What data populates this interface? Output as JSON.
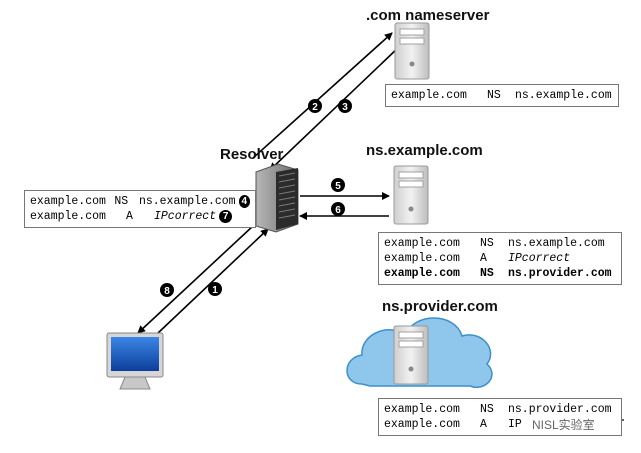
{
  "labels": {
    "com_nameserver": ".com nameserver",
    "resolver": "Resolver",
    "ns_example": "ns.example.com",
    "ns_provider": "ns.provider.com"
  },
  "steps": {
    "s1": "1",
    "s2": "2",
    "s3": "3",
    "s4": "4",
    "s5": "5",
    "s6": "6",
    "s7": "7",
    "s8": "8"
  },
  "boxes": {
    "com_box": [
      {
        "name": "example.com",
        "type": "NS",
        "value": "ns.example.com"
      }
    ],
    "resolver_box": [
      {
        "name": "example.com",
        "type": "NS",
        "value": "ns.example.com"
      },
      {
        "name": "example.com",
        "type": "A",
        "value": "IPcorrect"
      }
    ],
    "ns_example_box": [
      {
        "name": "example.com",
        "type": "NS",
        "value": "ns.example.com"
      },
      {
        "name": "example.com",
        "type": "A",
        "value": "IPcorrect"
      },
      {
        "name": "example.com",
        "type": "NS",
        "value": "ns.provider.com"
      }
    ],
    "ns_provider_box": [
      {
        "name": "example.com",
        "type": "NS",
        "value": "ns.provider.com"
      },
      {
        "name": "example.com",
        "type": "A",
        "value": "IP"
      }
    ]
  },
  "watermark": "NISL实验室",
  "colors": {
    "cloud_fill": "#8ec6ec",
    "cloud_stroke": "#3f8fc8",
    "server_body": "#e6e6e6",
    "monitor_screen": "#1f64c8"
  }
}
